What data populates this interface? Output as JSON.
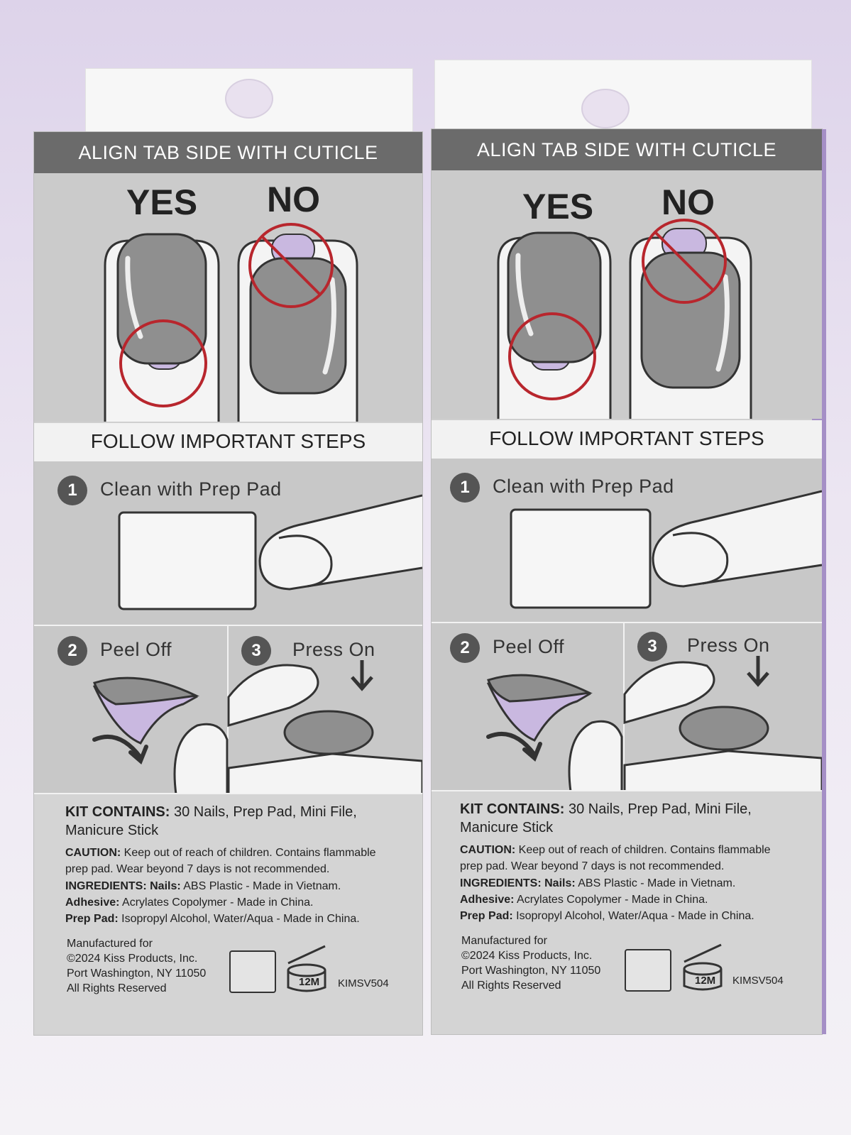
{
  "packages": [
    {
      "band": "ALIGN TAB SIDE WITH CUTICLE",
      "yes": "YES",
      "no": "NO",
      "steps_title": "FOLLOW IMPORTANT STEPS",
      "step1_num": "1",
      "step1": "Clean with Prep Pad",
      "step2_num": "2",
      "step2": "Peel Off",
      "step3_num": "3",
      "step3": "Press On",
      "kit_label": "KIT CONTAINS:",
      "kit_text": "30 Nails, Prep Pad, Mini File,",
      "kit_text2": "Manicure Stick",
      "caution_label": "CAUTION:",
      "caution_text": "Keep out of reach of children. Contains flammable",
      "caution_text2": "prep pad. Wear beyond 7 days is not recommended.",
      "ingredients_label": "INGREDIENTS: Nails:",
      "ingredients_text": "ABS Plastic - Made in Vietnam.",
      "adhesive_label": "Adhesive:",
      "adhesive_text": "Acrylates Copolymer - Made in China.",
      "prep_label": "Prep Pad:",
      "prep_text": "Isopropyl Alcohol, Water/Aqua - Made in China.",
      "mfr1": "Manufactured for",
      "mfr2": "©2024 Kiss Products, Inc.",
      "mfr3": "Port Washington, NY 11050",
      "mfr4": "All Rights Reserved",
      "pao": "12M",
      "sku": "KIMSV504"
    },
    {
      "band": "ALIGN TAB SIDE WITH CUTICLE",
      "yes": "YES",
      "no": "NO",
      "steps_title": "FOLLOW IMPORTANT STEPS",
      "step1_num": "1",
      "step1": "Clean with Prep Pad",
      "step2_num": "2",
      "step2": "Peel Off",
      "step3_num": "3",
      "step3": "Press On",
      "kit_label": "KIT CONTAINS:",
      "kit_text": "30 Nails, Prep Pad, Mini File,",
      "kit_text2": "Manicure Stick",
      "caution_label": "CAUTION:",
      "caution_text": "Keep out of reach of children. Contains flammable",
      "caution_text2": "prep pad. Wear beyond 7 days is not recommended.",
      "ingredients_label": "INGREDIENTS: Nails:",
      "ingredients_text": "ABS Plastic - Made in Vietnam.",
      "adhesive_label": "Adhesive:",
      "adhesive_text": "Acrylates Copolymer - Made in China.",
      "prep_label": "Prep Pad:",
      "prep_text": "Isopropyl Alcohol, Water/Aqua - Made in China.",
      "mfr1": "Manufactured for",
      "mfr2": "©2024 Kiss Products, Inc.",
      "mfr3": "Port Washington, NY 11050",
      "mfr4": "All Rights Reserved",
      "pao": "12M",
      "sku": "KIMSV504"
    }
  ],
  "colors": {
    "band": "#6b6b6b",
    "nail_gray": "#8f8f8f",
    "lavender": "#c9b8e0",
    "red": "#b8262d",
    "box_edge": "#a58fc6"
  }
}
